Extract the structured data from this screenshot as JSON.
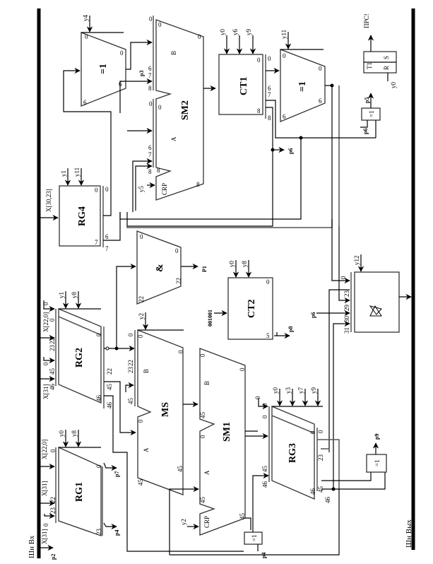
{
  "diagram": {
    "title_in_bus": "Шн Вх",
    "title_out_bus": "Шн Вых",
    "blocks": {
      "rg1": {
        "label": "RG1",
        "inputs": [
          "X[22,0]",
          "X[31]",
          "X[31]"
        ],
        "controls": [
          "y0",
          "y8"
        ],
        "pins": [
          "0",
          "22",
          "23",
          "23",
          "0",
          "23"
        ],
        "outputs": [
          "p7",
          "p4"
        ]
      },
      "rg2": {
        "label": "RG2",
        "inputs": [
          "X[22,0]",
          "X[31]"
        ],
        "controls": [
          "y1",
          "y8"
        ],
        "pins": [
          "0",
          "0",
          "23",
          "22",
          "0",
          "45",
          "46",
          "0",
          "22",
          "45",
          "46",
          "45",
          "46"
        ]
      },
      "rg3": {
        "label": "RG3",
        "controls": [
          "y0",
          "y3",
          "y7",
          "y9"
        ],
        "pins": [
          "0",
          "0",
          "45",
          "46",
          "0",
          "0",
          "23",
          "45",
          "46",
          "46"
        ]
      },
      "rg4": {
        "label": "RG4",
        "inputs": [
          "X[30,23]"
        ],
        "controls": [
          "y1",
          "y11"
        ],
        "pins": [
          "0",
          "7",
          "0",
          "6",
          "7"
        ]
      },
      "ms": {
        "label": "MS",
        "port_a": "A",
        "port_b": "B",
        "control": "y2",
        "pins": [
          "0",
          "0",
          "0",
          "23",
          "22",
          "45",
          "0",
          "0",
          "45",
          "45"
        ]
      },
      "sm1": {
        "label": "SM1",
        "port_a": "A",
        "port_b": "B",
        "carry": "CRP",
        "control": "y2",
        "pins": [
          "0",
          "0",
          "45",
          "0",
          "45",
          "45"
        ],
        "output": "p4"
      },
      "sm2": {
        "label": "SM2",
        "port_a": "A",
        "port_b": "B",
        "carry": "CRP",
        "control": "y5",
        "pins": [
          "0",
          "0",
          "7",
          "6",
          "8",
          "0",
          "0",
          "7",
          "6",
          "8",
          "8",
          "8",
          "0"
        ],
        "input_flag": "p3"
      },
      "and": {
        "label": "&",
        "pins": [
          "0",
          "0",
          "22",
          "22"
        ],
        "output": "P1"
      },
      "xor_top": {
        "label": "=1",
        "control": "y4",
        "pins": [
          "0",
          "0",
          "6",
          "6"
        ]
      },
      "xor_right": {
        "label": "=1",
        "control": "y11",
        "pins": [
          "0",
          "0",
          "6",
          "6"
        ]
      },
      "ct1": {
        "label": "CT1",
        "controls": [
          "y0",
          "y6",
          "y9"
        ],
        "pins": [
          "0",
          "0",
          "7",
          "6",
          "8",
          "8"
        ],
        "output": "p6"
      },
      "ct2": {
        "label": "CT2",
        "input_const": "001001",
        "controls": [
          "y0",
          "y8"
        ],
        "pins": [
          "0",
          "5"
        ],
        "output": "p8"
      },
      "buffer": {
        "label": "▷",
        "control": "y12",
        "pins": [
          "0",
          "23",
          "22",
          "29",
          "30",
          "31"
        ],
        "input_flag": "p6"
      },
      "trigger": {
        "label": "T1",
        "s": "S",
        "r": "R",
        "reset": "y0",
        "output": "ПРС!"
      },
      "xor_p5": {
        "label": "=1",
        "input": "p6",
        "output": "p5"
      },
      "xor_p9": {
        "label": "=1",
        "output": "p9"
      },
      "xor_p4": {
        "label": "=1",
        "input": "p4"
      }
    },
    "signals": {
      "p2": "p2"
    }
  }
}
